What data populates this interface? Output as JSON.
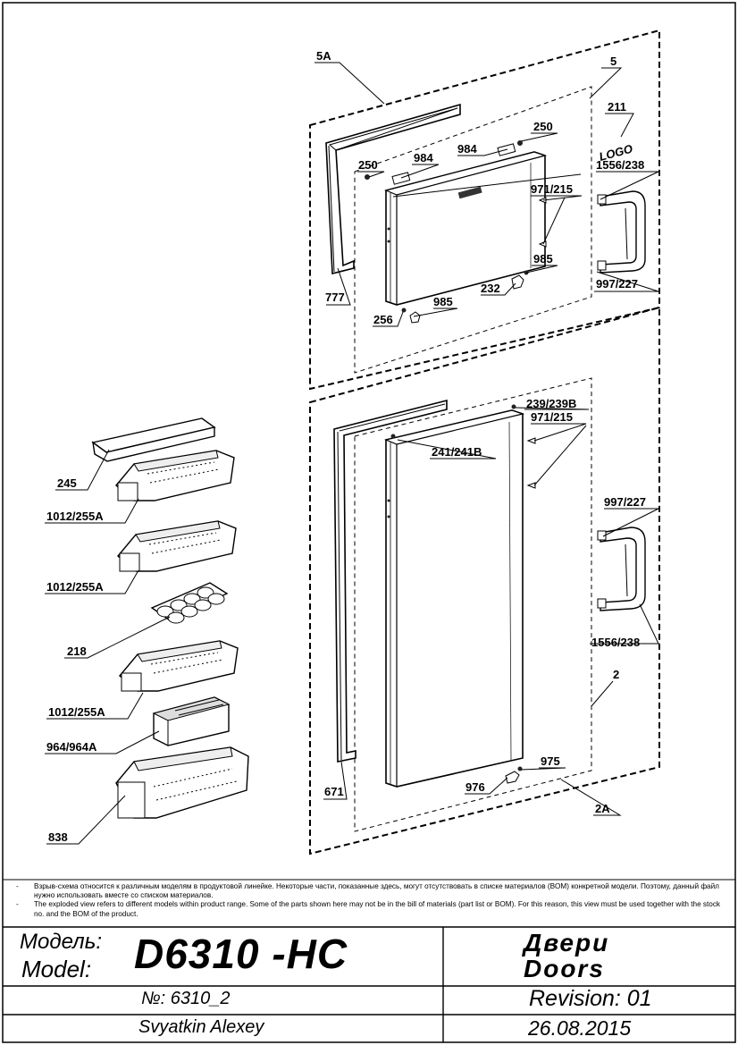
{
  "labels": {
    "door_5A": "5A",
    "door_5": "5",
    "logo_part": "211",
    "logo_text": "LOGO",
    "pin_250_top": "250",
    "pin_250_left": "250",
    "cap_984_left": "984",
    "cap_984_right": "984",
    "screw_971_top": "971/215",
    "handle_1556_top": "1556/238",
    "bush_985_right": "985",
    "hinge_232": "232",
    "bush_985_bottom": "985",
    "pin_256": "256",
    "gasket_777": "777",
    "endcap_997_top": "997/227",
    "pin_239": "239/239B",
    "screw_971_bottom": "971/215",
    "cap_241": "241/241B",
    "endcap_997_bottom": "997/227",
    "handle_1556_bottom": "1556/238",
    "door_2": "2",
    "bush_975": "975",
    "hinge_976": "976",
    "door_2A": "2A",
    "gasket_671": "671",
    "shelf_cover_245": "245",
    "shelf_1012_a": "1012/255A",
    "shelf_1012_b": "1012/255A",
    "egg_tray_218": "218",
    "shelf_1012_c": "1012/255A",
    "box_964": "964/964A",
    "bottle_shelf_838": "838"
  },
  "notes": {
    "dash": "-",
    "ru": "Взрыв-схема относится к различным моделям в продуктовой линейке. Некоторые части, показанные здесь, могут отсутствовать в списке материалов (BOM) конкретной модели. Поэтому, данный файл нужно использовать вместе со списком материалов.",
    "en": "The exploded view refers to different models within product range. Some of the parts shown here may not be in the bill of materials (part list or BOM). For this reason, this view must be used together with the stock no. and the BOM of the product."
  },
  "title_block": {
    "model_label_ru": "Модель:",
    "model_label_en": "Model:",
    "model": "D6310 -HC",
    "title_ru": "Двери",
    "title_en": "Doors",
    "number": "№: 6310_2",
    "revision": "Revision: 01",
    "author": "Svyatkin Alexey",
    "date": "26.08.2015"
  }
}
